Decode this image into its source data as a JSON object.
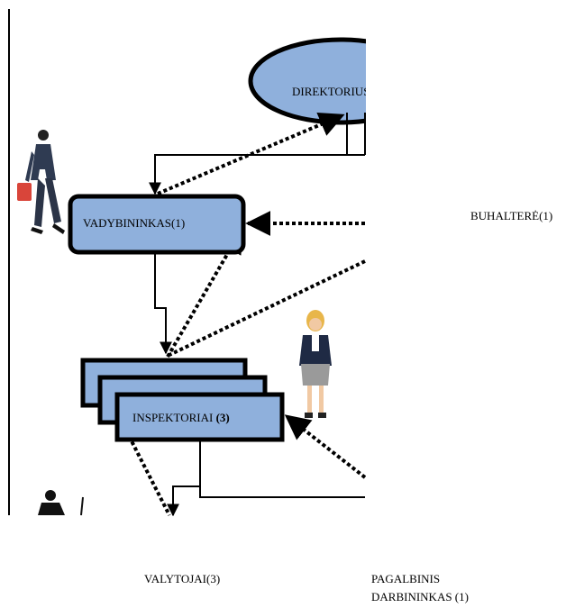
{
  "nodes": {
    "direktorius": "DIREKTORIUS",
    "vadybininkas": "VADYBININKAS(1)",
    "inspektoriai_main": "INSPEKTORIAI ",
    "inspektoriai_count": "(3)",
    "buhaltere": "BUHALTERĖ(1)",
    "valytojai": "VALYTOJAI(3)",
    "pagalbinis_line1": "PAGALBINIS",
    "pagalbinis_line2": "DARBININKAS (1)"
  },
  "colors": {
    "box_fill": "#8fb0dc",
    "ellipse_fill": "#8fb0dc",
    "stroke": "#000000"
  },
  "icons": [
    "businessman-walking-icon",
    "businesswoman-icon",
    "worker-icon"
  ]
}
